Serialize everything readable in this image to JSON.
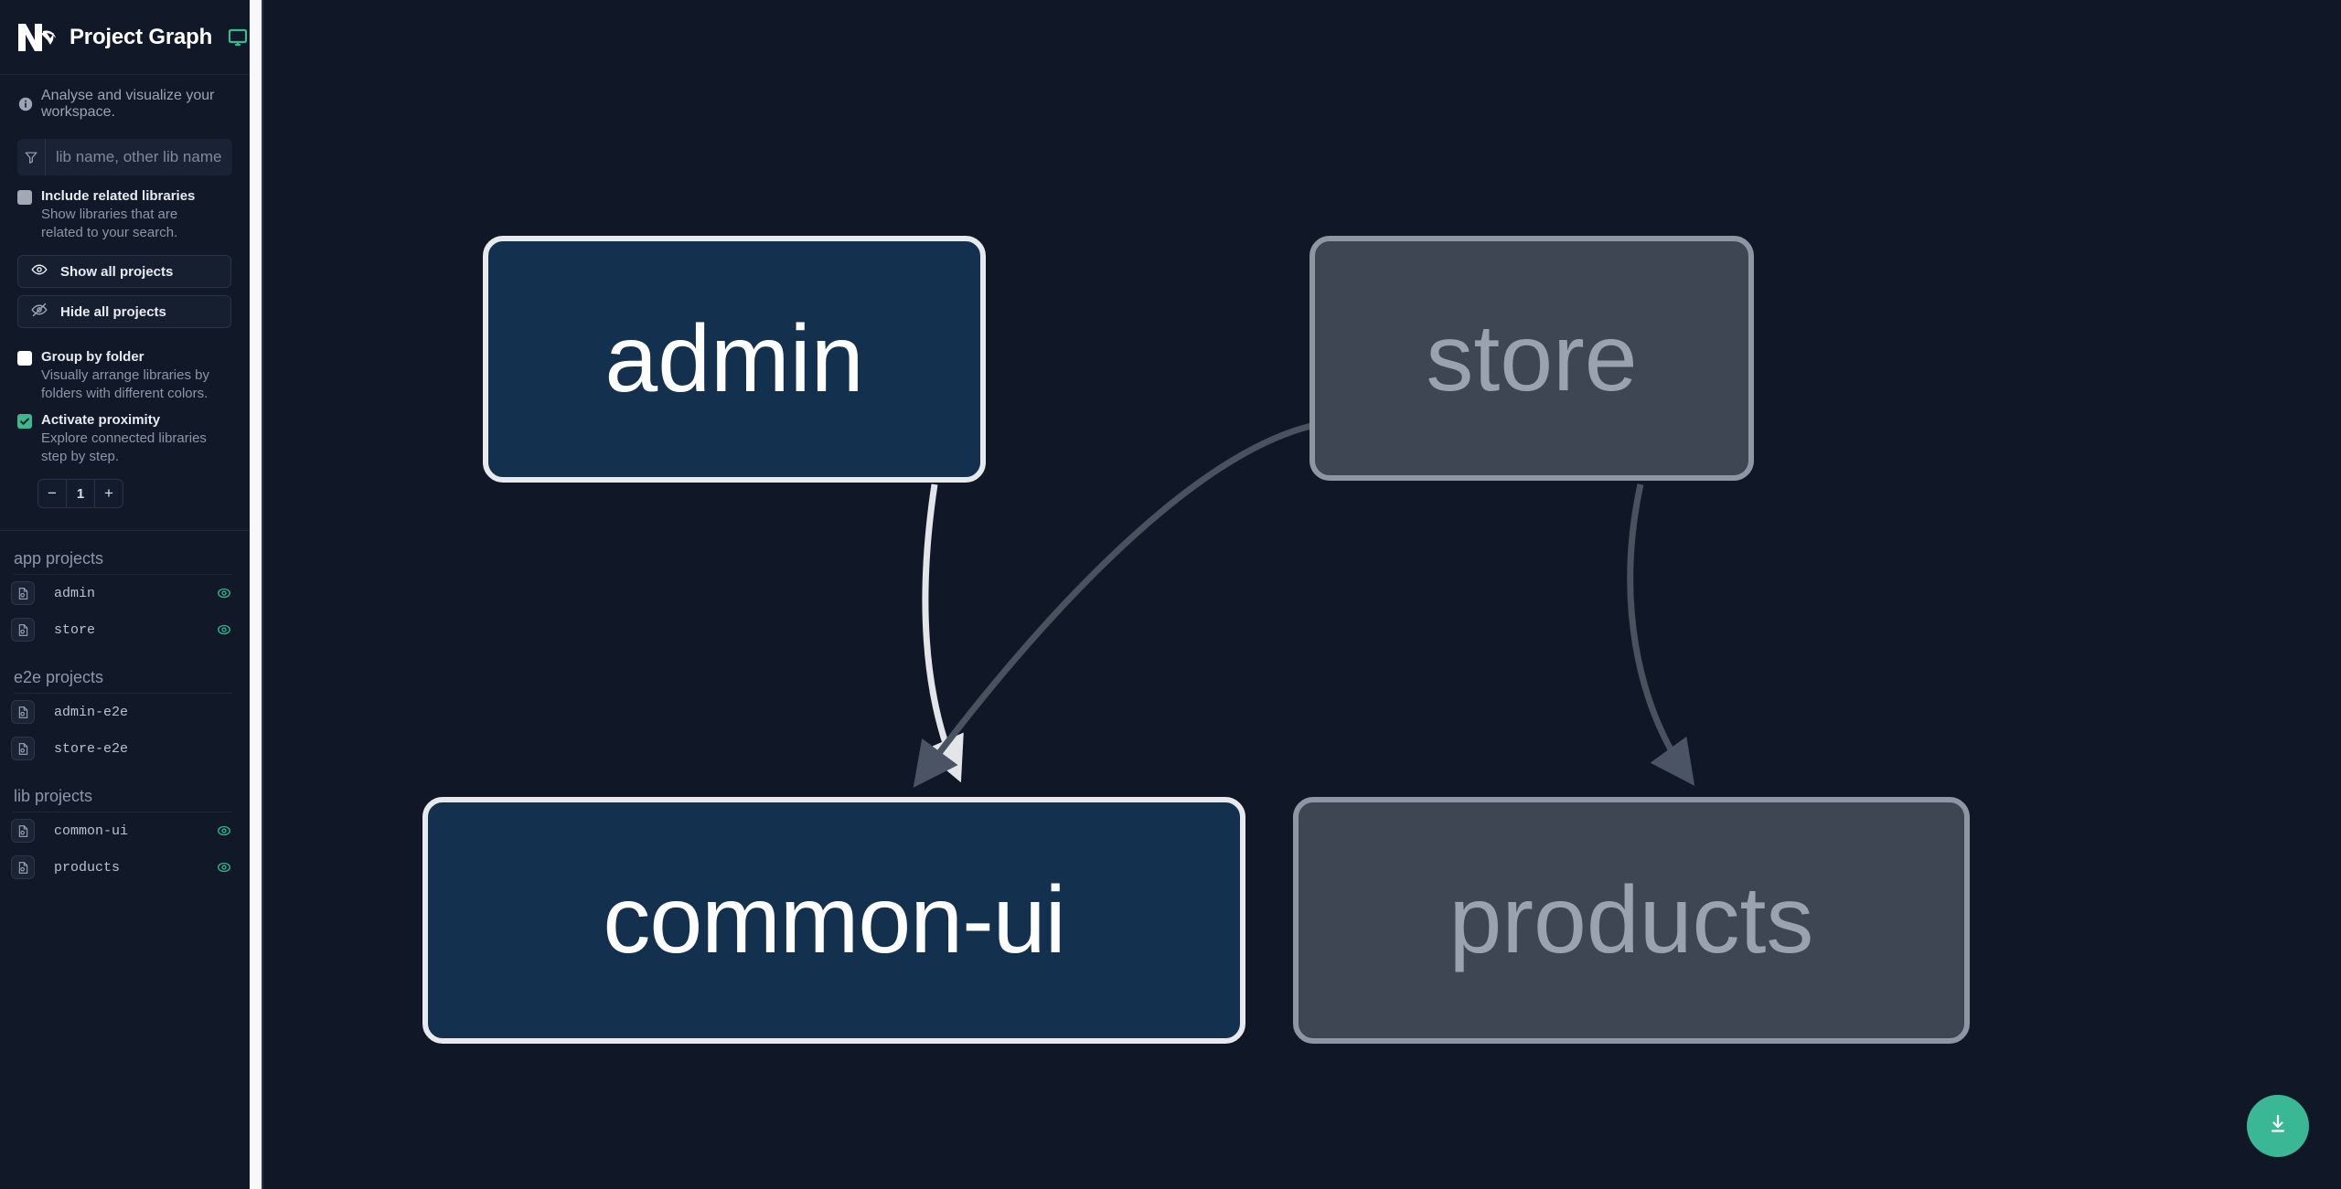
{
  "app": {
    "title": "Project Graph",
    "logo_icon": "nx-logo-icon",
    "monitor_icon": "monitor-icon",
    "tagline": "Analyse and visualize your workspace.",
    "info_icon": "info-icon"
  },
  "search": {
    "placeholder": "lib name, other lib name",
    "value": "",
    "filter_icon": "funnel-icon"
  },
  "options": [
    {
      "id": "include-related-libraries",
      "label": "Include related libraries",
      "description": "Show libraries that are related to your search.",
      "checked": false,
      "style": "gray"
    },
    {
      "id": "group-by-folder",
      "label": "Group by folder",
      "description": "Visually arrange libraries by folders with different colors.",
      "checked": false,
      "style": "white"
    },
    {
      "id": "activate-proximity",
      "label": "Activate proximity",
      "description": "Explore connected libraries step by step.",
      "checked": true,
      "style": "green"
    }
  ],
  "buttons": {
    "show_all": {
      "label": "Show all projects",
      "icon": "eye-icon"
    },
    "hide_all": {
      "label": "Hide all projects",
      "icon": "eye-off-icon"
    }
  },
  "stepper": {
    "decrement_label": "−",
    "value": "1",
    "increment_label": "+"
  },
  "project_groups": [
    {
      "title": "app projects",
      "projects": [
        {
          "name": "admin",
          "icon": "project-file-icon",
          "visible": true,
          "eye_icon": "eye-visible-icon"
        },
        {
          "name": "store",
          "icon": "project-file-icon",
          "visible": true,
          "eye_icon": "eye-visible-icon"
        }
      ]
    },
    {
      "title": "e2e projects",
      "projects": [
        {
          "name": "admin-e2e",
          "icon": "project-file-icon",
          "visible": false,
          "eye_icon": ""
        },
        {
          "name": "store-e2e",
          "icon": "project-file-icon",
          "visible": false,
          "eye_icon": ""
        }
      ]
    },
    {
      "title": "lib projects",
      "projects": [
        {
          "name": "common-ui",
          "icon": "project-file-icon",
          "visible": true,
          "eye_icon": "eye-visible-icon"
        },
        {
          "name": "products",
          "icon": "project-file-icon",
          "visible": true,
          "eye_icon": "eye-visible-icon"
        }
      ]
    }
  ],
  "graph": {
    "nodes": [
      {
        "id": "admin",
        "label": "admin",
        "state": "focused"
      },
      {
        "id": "store",
        "label": "store",
        "state": "dimmed"
      },
      {
        "id": "common-ui",
        "label": "common-ui",
        "state": "focused"
      },
      {
        "id": "products",
        "label": "products",
        "state": "dimmed"
      }
    ],
    "edges": [
      {
        "from": "admin",
        "to": "common-ui",
        "state": "highlighted"
      },
      {
        "from": "store",
        "to": "common-ui",
        "state": "dimmed"
      },
      {
        "from": "store",
        "to": "products",
        "state": "dimmed"
      }
    ]
  },
  "fab": {
    "name": "download-button",
    "icon": "download-icon"
  },
  "colors": {
    "accent_green": "#3ab795",
    "node_focused_fill": "#14304f",
    "node_focused_border": "#e8e9ec",
    "node_dim_fill": "#3e4654",
    "node_dim_border": "#8e96a4",
    "sidebar_bg": "#111827",
    "canvas_bg": "#101827"
  }
}
